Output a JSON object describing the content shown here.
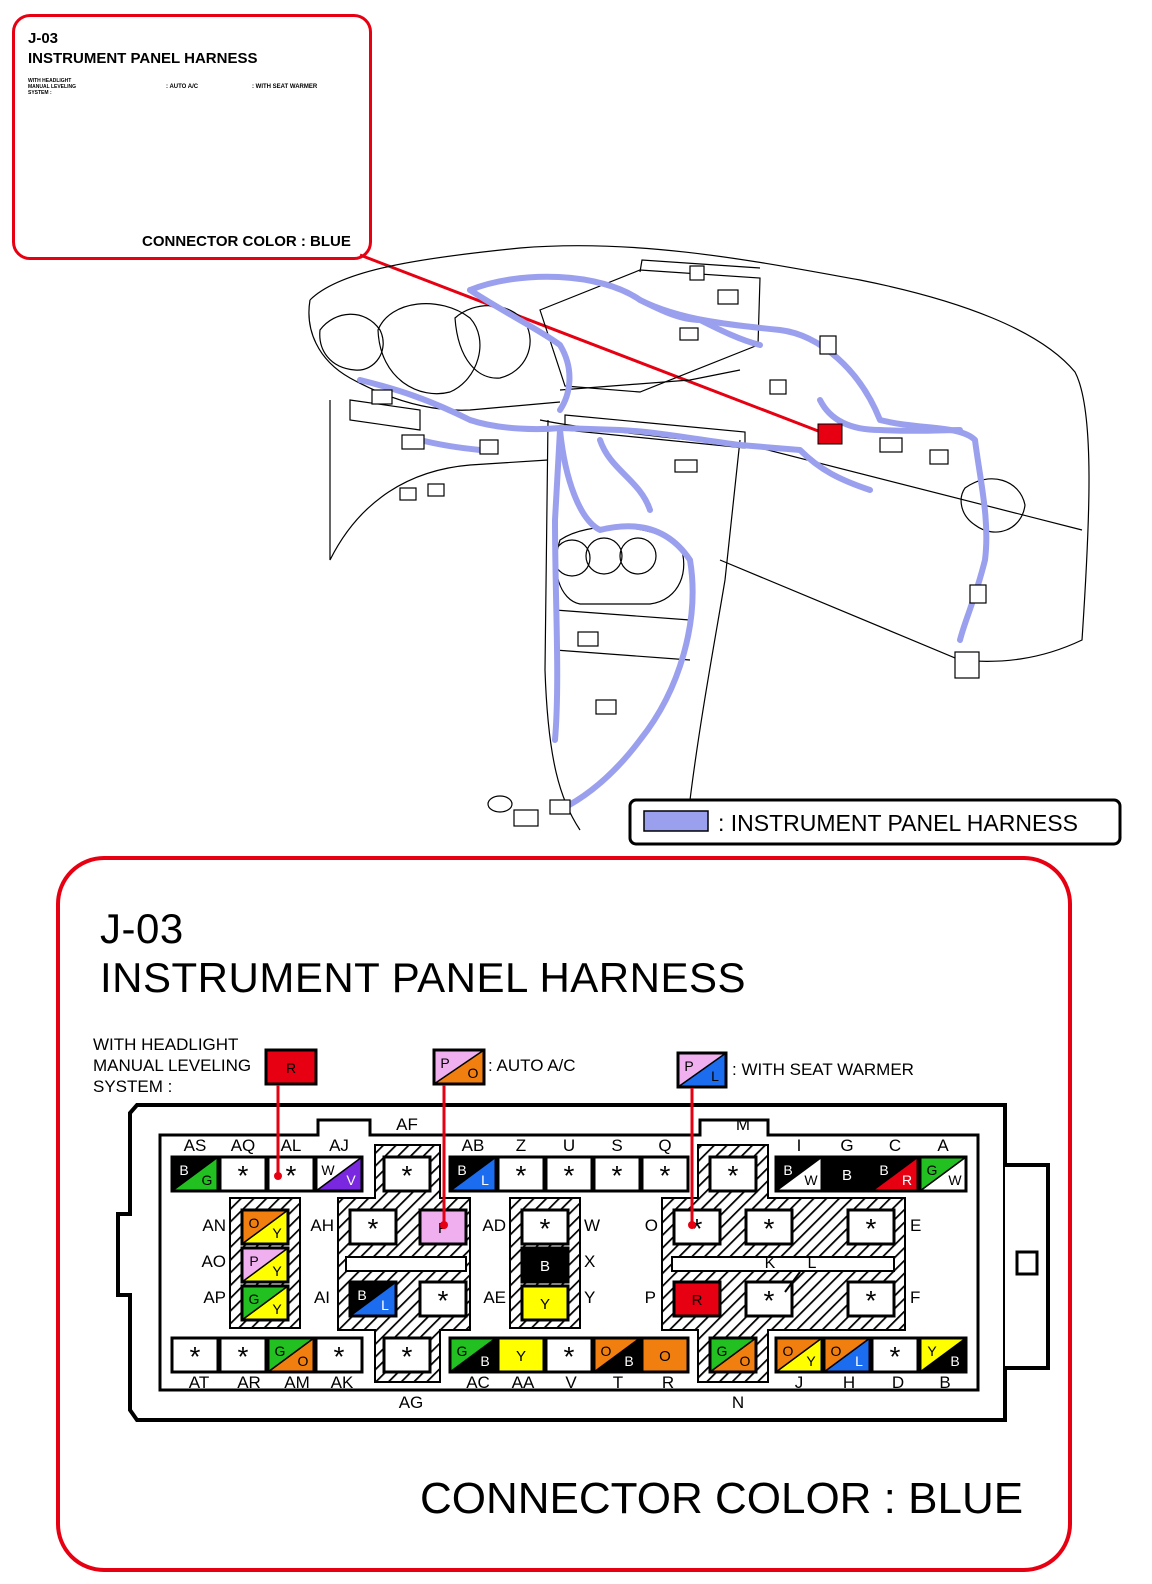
{
  "connector_id": "J-03",
  "harness_name": "INSTRUMENT PANEL HARNESS",
  "connector_color_text": "CONNECTOR COLOR : BLUE",
  "legend_label": ": INSTRUMENT PANEL HARNESS",
  "colors": {
    "B": "#000000",
    "W": "#ffffff",
    "R": "#e60012",
    "G": "#22c020",
    "L": "#1c6cf0",
    "Y": "#ffff00",
    "O": "#f07f10",
    "P": "#f0b0f0",
    "V": "#7a28e0",
    "harness": "#9aa0ee",
    "callout": "#e60012"
  },
  "notes": {
    "headlight": {
      "text_lines": [
        "WITH HEADLIGHT",
        "MANUAL LEVELING",
        "SYSTEM :"
      ],
      "swatch": "R"
    },
    "auto_ac": {
      "text": ": AUTO A/C",
      "swatch": "P/O"
    },
    "seat_warmer": {
      "text": ": WITH SEAT WARMER",
      "swatch": "P/L"
    }
  },
  "connector": {
    "labels": {
      "top_row": [
        "AS",
        "AQ",
        "AL",
        "AJ",
        "AF",
        "AB",
        "Z",
        "U",
        "S",
        "Q",
        "M",
        "I",
        "G",
        "C",
        "A"
      ],
      "bottom_row": [
        "AT",
        "AR",
        "AM",
        "AK",
        "AG",
        "AC",
        "AA",
        "V",
        "T",
        "R",
        "N",
        "J",
        "H",
        "D",
        "B"
      ],
      "left_block": [
        "AN",
        "AO",
        "AP"
      ],
      "mid_left": [
        "AH",
        "AI"
      ],
      "mid_right": [
        "AD",
        "AE"
      ],
      "center_right": [
        "W",
        "X",
        "Y"
      ],
      "right_left": [
        "O",
        "P"
      ],
      "right_right": [
        "E",
        "F"
      ],
      "inner": [
        "K",
        "L"
      ]
    },
    "pins": {
      "AS": "B/G",
      "AQ": "*",
      "AL": "*",
      "AJ": "W/V",
      "AF": "*",
      "AB": "B/L",
      "Z": "*",
      "U": "*",
      "S": "*",
      "Q": "*",
      "M": "*",
      "I": "B/W",
      "G": "B",
      "C": "B/R",
      "A": "G/W",
      "AN": "O/Y",
      "AO": "P/Y",
      "AP": "G/Y",
      "AH": "*",
      "AD": "P",
      "AI": "B/L",
      "AE": "*",
      "W": "*",
      "X": "B",
      "Y": "Y",
      "O": "*",
      "E": "*",
      "P": "R",
      "F": "*",
      "KL": "*",
      "K2": "*",
      "AT": "*",
      "AR": "*",
      "AM": "G/O",
      "AK": "*",
      "AG": "*",
      "AC": "G/B",
      "AA": "Y",
      "V": "*",
      "T": "O/B",
      "R": "O",
      "N": "G/O",
      "J": "O/Y",
      "H": "O/L",
      "D": "*",
      "B": "Y/B"
    }
  }
}
